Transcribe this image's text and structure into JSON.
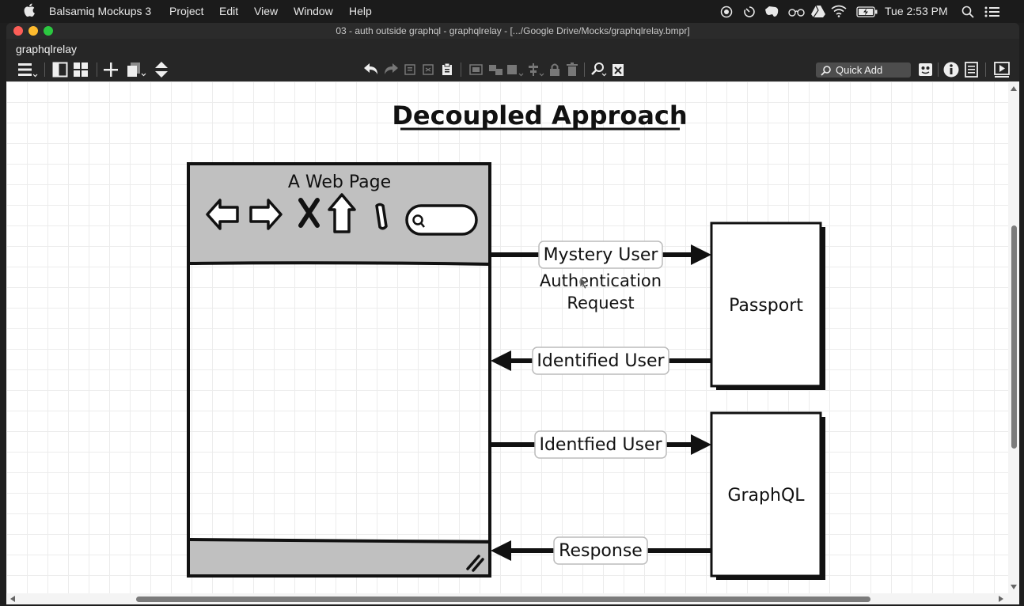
{
  "menubar": {
    "app_name": "Balsamiq Mockups 3",
    "menus": [
      "Project",
      "Edit",
      "View",
      "Window",
      "Help"
    ],
    "clock": "Tue 2:53 PM"
  },
  "window": {
    "title": "03 - auth outside graphql - graphqlrelay - [.../Google Drive/Mocks/graphqlrelay.bmpr]",
    "project_name": "graphqlrelay"
  },
  "toolbar": {
    "quick_add_placeholder": "Quick Add"
  },
  "mockup": {
    "title": "Decoupled Approach",
    "browser_label": "A Web Page",
    "arrows": {
      "mystery_user": "Mystery User",
      "auth_request_line1": "Authentication",
      "auth_request_line2": "Request",
      "identified_user": "Identified User",
      "identfied_user": "Identfied User",
      "response": "Response"
    },
    "boxes": {
      "passport": "Passport",
      "graphql": "GraphQL"
    }
  },
  "colors": {
    "canvas": "#ffffff",
    "grid": "#ececec",
    "browser_chrome": "#c0c0c0",
    "chrome_dark": "#1b1b1b"
  }
}
